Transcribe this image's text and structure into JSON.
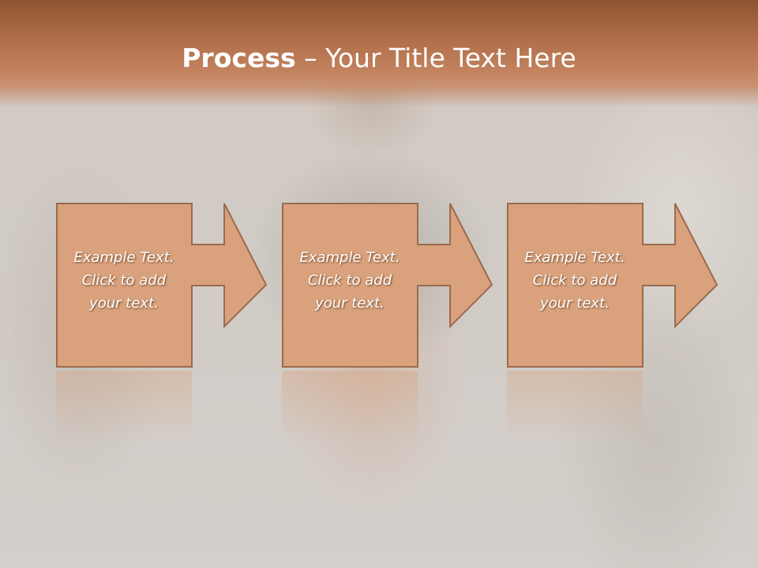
{
  "slide": {
    "title_bold": "Process",
    "title_rest": " – Your Title Text Here"
  },
  "steps": [
    {
      "text": "Example Text.\nClick  to add\nyour text."
    },
    {
      "text": "Example Text.\nClick  to add\nyour text."
    },
    {
      "text": "Example Text.\nClick  to add\nyour text."
    }
  ],
  "colors": {
    "header": "#b06f49",
    "box_fill": "#d9a27c",
    "box_border": "#9a6a4e",
    "text": "#ffffff"
  }
}
